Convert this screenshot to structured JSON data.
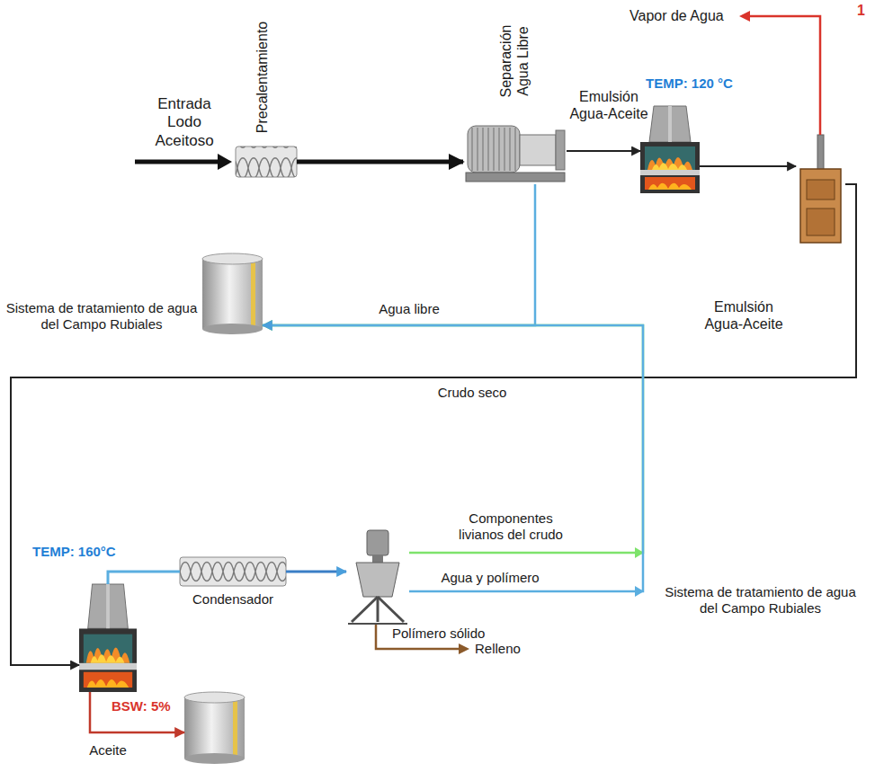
{
  "diagram": {
    "nodes": [
      {
        "text": [
          "Precalentamiento"
        ]
      },
      {
        "text": [
          "Separación Agua Libre"
        ]
      },
      {
        "text": [
          "Emulsión Agua-Aceite"
        ]
      },
      {
        "text": [
          "TEMP: 120 °C"
        ]
      },
      {
        "text": [
          "Sistema de tratamiento de agua del Campo Rubiales"
        ]
      },
      {
        "text": [
          "TEMP: 160°C"
        ]
      },
      {
        "text": [
          "Condensador"
        ]
      },
      {
        "text": [
          "Polímero sólido"
        ]
      },
      {
        "text": [
          "Aceite"
        ]
      }
    ],
    "edges": [
      {
        "from": 0,
        "to": 1,
        "arrow": "to"
      },
      {
        "from": 1,
        "to": 2,
        "arrow": "to"
      },
      {
        "from": 2,
        "to": 3,
        "arrow": "to"
      },
      {
        "from": 1,
        "to": 4,
        "label": "Agua libre",
        "arrow": "none"
      },
      {
        "from": 3,
        "to": 5,
        "label": "Crudo seco",
        "arrow": "to"
      },
      {
        "from": 5,
        "to": 6,
        "arrow": "none"
      },
      {
        "from": 6,
        "to": 7,
        "arrow": "to"
      },
      {
        "from": 7,
        "to": 4,
        "label": "Componentes livianos del crudo",
        "arrow": "to"
      },
      {
        "from": 7,
        "to": 4,
        "label": "Agua y polímero",
        "arrow": "to"
      },
      {
        "from": 5,
        "to": 8,
        "arrow": "to"
      }
    ],
    "labels": [
      "1",
      "Entrada Lodo Aceitoso",
      "Vapor de Agua",
      "Emulsión Agua-Aceite",
      "Relleno",
      "Sistema de tratamiento de agua del Campo Rubiales",
      "BSW: 5%"
    ]
  }
}
